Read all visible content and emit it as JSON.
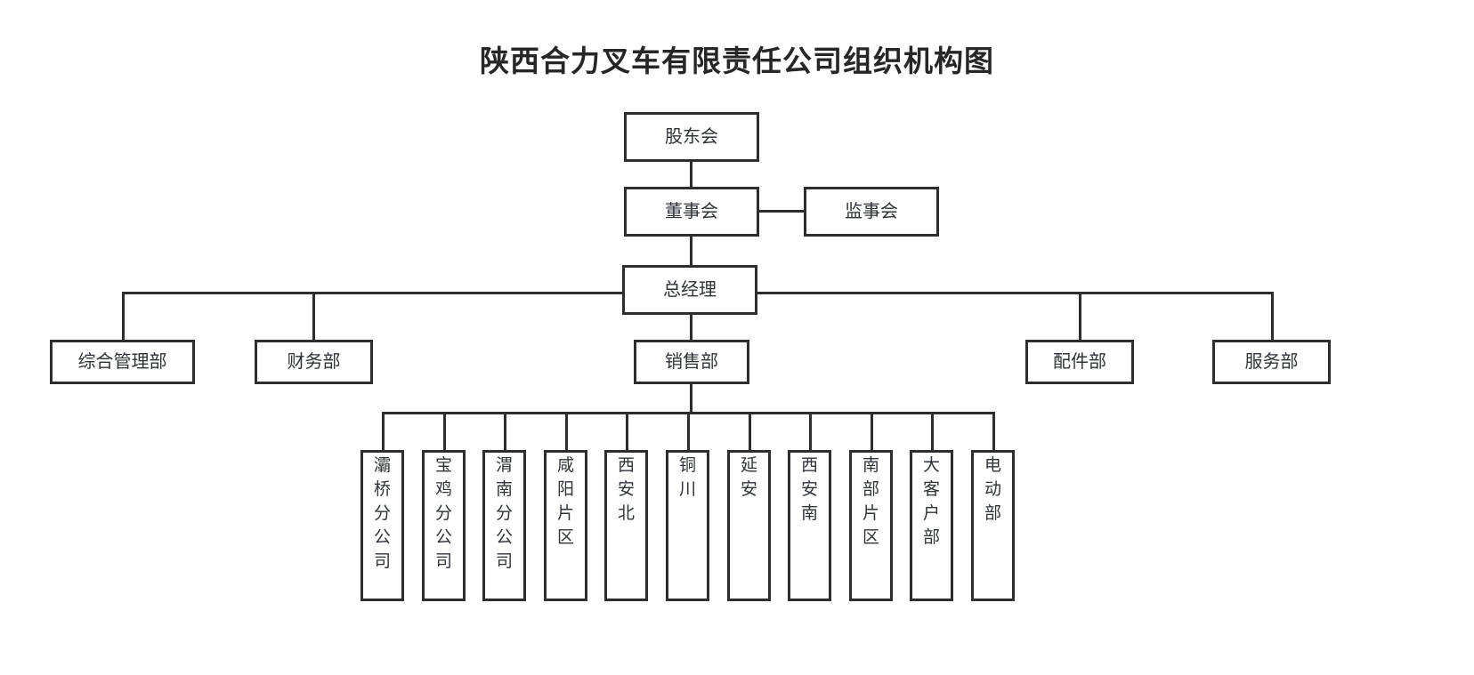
{
  "title": "陕西合力叉车有限责任公司组织机构图",
  "colors": {
    "box_border": "#2e2e2e",
    "connector": "#2e2e2e",
    "text": "#2f3338",
    "title_text": "#262626",
    "background": "#ffffff"
  },
  "chart_data": {
    "type": "diagram",
    "diagram_kind": "organizational-chart",
    "title": "陕西合力叉车有限责任公司组织机构图",
    "orientation": "top-down",
    "levels": [
      {
        "level": 1,
        "nodes": [
          "股东会"
        ]
      },
      {
        "level": 2,
        "nodes": [
          "董事会",
          "监事会"
        ]
      },
      {
        "level": 3,
        "nodes": [
          "总经理"
        ]
      },
      {
        "level": 4,
        "nodes": [
          "综合管理部",
          "财务部",
          "销售部",
          "配件部",
          "服务部"
        ]
      },
      {
        "level": 5,
        "nodes": [
          "灞桥分公司",
          "宝鸡分公司",
          "渭南分公司",
          "咸阳片区",
          "西安北",
          "铜川",
          "延安",
          "西安南",
          "南部片区",
          "大客户部",
          "电动部"
        ]
      }
    ],
    "edges": [
      {
        "from": "股东会",
        "to": "董事会"
      },
      {
        "from": "董事会",
        "to": "监事会",
        "style": "horizontal-peer"
      },
      {
        "from": "董事会",
        "to": "总经理"
      },
      {
        "from": "总经理",
        "to": "综合管理部"
      },
      {
        "from": "总经理",
        "to": "财务部"
      },
      {
        "from": "总经理",
        "to": "销售部"
      },
      {
        "from": "总经理",
        "to": "配件部"
      },
      {
        "from": "总经理",
        "to": "服务部"
      },
      {
        "from": "销售部",
        "to": "灞桥分公司"
      },
      {
        "from": "销售部",
        "to": "宝鸡分公司"
      },
      {
        "from": "销售部",
        "to": "渭南分公司"
      },
      {
        "from": "销售部",
        "to": "咸阳片区"
      },
      {
        "from": "销售部",
        "to": "西安北"
      },
      {
        "from": "销售部",
        "to": "铜川"
      },
      {
        "from": "销售部",
        "to": "延安"
      },
      {
        "from": "销售部",
        "to": "西安南"
      },
      {
        "from": "销售部",
        "to": "南部片区"
      },
      {
        "from": "销售部",
        "to": "大客户部"
      },
      {
        "from": "销售部",
        "to": "电动部"
      }
    ]
  },
  "nodes": {
    "shareholders": "股东会",
    "board_directors": "董事会",
    "board_supervisors": "监事会",
    "general_manager": "总经理",
    "dept_general_admin": "综合管理部",
    "dept_finance": "财务部",
    "dept_sales": "销售部",
    "dept_parts": "配件部",
    "dept_service": "服务部"
  },
  "branches": [
    {
      "id": "baqiao",
      "label": "灞桥分公司"
    },
    {
      "id": "baoji",
      "label": "宝鸡分公司"
    },
    {
      "id": "weinan",
      "label": "渭南分公司"
    },
    {
      "id": "xianyang",
      "label": "咸阳片区"
    },
    {
      "id": "xian-north",
      "label": "西安北"
    },
    {
      "id": "tongchuan",
      "label": "铜川"
    },
    {
      "id": "yanan",
      "label": "延安"
    },
    {
      "id": "xian-south",
      "label": "西安南"
    },
    {
      "id": "south-area",
      "label": "南部片区"
    },
    {
      "id": "key-account",
      "label": "大客户部"
    },
    {
      "id": "electric",
      "label": "电动部"
    }
  ]
}
